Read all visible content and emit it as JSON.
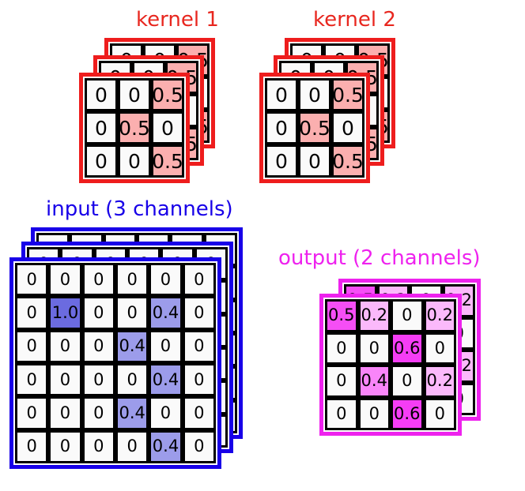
{
  "diagram": {
    "type": "multi-channel-convolution",
    "background": "#ffffff",
    "colors": {
      "kernel_accent": "#ee1d1d",
      "input_accent": "#1800e8",
      "output_accent": "#ee22ee",
      "kernel_highlight": "#fbafaf",
      "input_value_1_0": "#6b6be0",
      "input_value_0_4": "#9c9cea",
      "output_value_0_6": "#f53df5",
      "output_value_0_5": "#f54ef5",
      "output_value_0_4": "#f985f9",
      "output_value_0_2": "#fbb9fb",
      "cell_border": "#000000",
      "cell_background": "#fafafa"
    }
  },
  "labels": {
    "kernel1": "kernel 1",
    "kernel2": "kernel 2",
    "input": "input (3 channels)",
    "output": "output (2 channels)"
  },
  "kernel1": {
    "channels": 3,
    "rows": 3,
    "cols": 3,
    "front": [
      [
        "0",
        "0",
        "0.5"
      ],
      [
        "0",
        "0.5",
        "0"
      ],
      [
        "0",
        "0",
        "0.5"
      ]
    ],
    "mid": [
      [
        "0",
        "0",
        "0.5"
      ],
      [
        "0",
        "0.5",
        "0"
      ],
      [
        "0",
        "0",
        "0.5"
      ]
    ],
    "back": [
      [
        "0",
        "0",
        "0.5"
      ],
      [
        "0",
        "0.5",
        "0"
      ],
      [
        "0",
        "0",
        "0.5"
      ]
    ]
  },
  "kernel2": {
    "channels": 3,
    "rows": 3,
    "cols": 3,
    "front": [
      [
        "0",
        "0",
        "0.5"
      ],
      [
        "0",
        "0.5",
        "0"
      ],
      [
        "0",
        "0",
        "0.5"
      ]
    ],
    "mid": [
      [
        "0",
        "0",
        "0.5"
      ],
      [
        "0",
        "0.5",
        "0"
      ],
      [
        "0",
        "0",
        "0.5"
      ]
    ],
    "back": [
      [
        "0",
        "0",
        "0.5"
      ],
      [
        "0",
        "0.5",
        "0"
      ],
      [
        "0",
        "0",
        "0.5"
      ]
    ]
  },
  "input": {
    "channels": 3,
    "rows": 6,
    "cols": 6,
    "front": [
      [
        "0",
        "0",
        "0",
        "0",
        "0",
        "0"
      ],
      [
        "0",
        "1.0",
        "0",
        "0",
        "0.4",
        "0"
      ],
      [
        "0",
        "0",
        "0",
        "0.4",
        "0",
        "0"
      ],
      [
        "0",
        "0",
        "0",
        "0",
        "0.4",
        "0"
      ],
      [
        "0",
        "0",
        "0",
        "0.4",
        "0",
        "0"
      ],
      [
        "0",
        "0",
        "0",
        "0",
        "0.4",
        "0"
      ]
    ],
    "mid": [
      [
        "0",
        "0",
        "0",
        "0",
        "0",
        "0"
      ],
      [
        "0",
        "1.0",
        "0",
        "0",
        "0.4",
        "0"
      ],
      [
        "0",
        "0",
        "0",
        "0.4",
        "0",
        "0"
      ],
      [
        "0",
        "0",
        "0",
        "0",
        "0.4",
        "0"
      ],
      [
        "0",
        "0",
        "0",
        "0.4",
        "0",
        "0"
      ],
      [
        "0",
        "0",
        "0",
        "0",
        "0.4",
        "0"
      ]
    ],
    "back": [
      [
        "0",
        "0",
        "0",
        "0",
        "0",
        "0"
      ],
      [
        "0",
        "1.0",
        "0",
        "0",
        "0.4",
        "0"
      ],
      [
        "0",
        "0",
        "0",
        "0.4",
        "0",
        "0"
      ],
      [
        "0",
        "0",
        "0",
        "0",
        "0.4",
        "0"
      ],
      [
        "0",
        "0",
        "0",
        "0.4",
        "0",
        "0"
      ],
      [
        "0",
        "0",
        "0",
        "0",
        "0.4",
        "0"
      ]
    ]
  },
  "output": {
    "channels": 2,
    "rows": 4,
    "cols": 4,
    "front": [
      [
        "0.5",
        "0.2",
        "0",
        "0.2"
      ],
      [
        "0",
        "0",
        "0.6",
        "0"
      ],
      [
        "0",
        "0.4",
        "0",
        "0.2"
      ],
      [
        "0",
        "0",
        "0.6",
        "0"
      ]
    ],
    "back": [
      [
        "0.5",
        "0.2",
        "0",
        "0.2"
      ],
      [
        "0",
        "0",
        "0.6",
        "0"
      ],
      [
        "0",
        "0.4",
        "0",
        "0.2"
      ],
      [
        "0",
        "0",
        "0.6",
        "0"
      ]
    ]
  }
}
